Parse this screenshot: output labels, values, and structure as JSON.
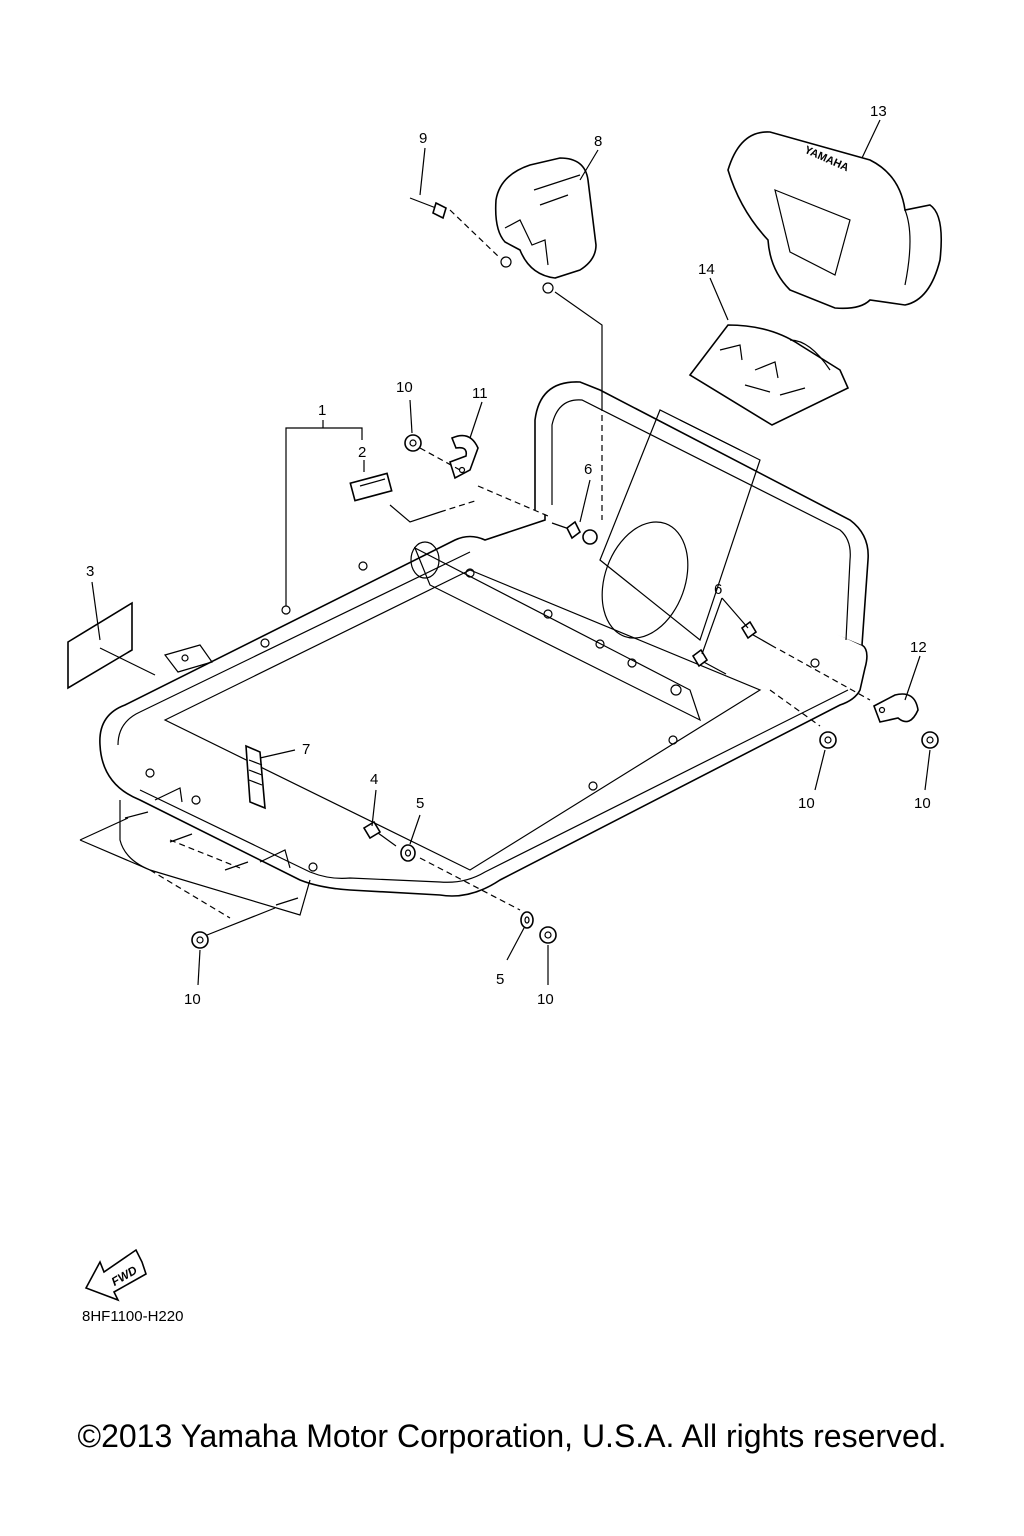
{
  "diagram": {
    "callouts": {
      "c1": "1",
      "c2": "2",
      "c3": "3",
      "c4": "4",
      "c5a": "5",
      "c5b": "5",
      "c6a": "6",
      "c6b": "6",
      "c7": "7",
      "c8": "8",
      "c9": "9",
      "c10a": "10",
      "c10b": "10",
      "c10c": "10",
      "c10d": "10",
      "c10e": "10",
      "c11": "11",
      "c12": "12",
      "c13": "13",
      "c14": "14"
    },
    "brand_text": "YAMAHA",
    "fwd_text": "FWD",
    "part_code": "8HF1100-H220",
    "copyright": "©2013 Yamaha Motor Corporation, U.S.A. All rights reserved."
  }
}
